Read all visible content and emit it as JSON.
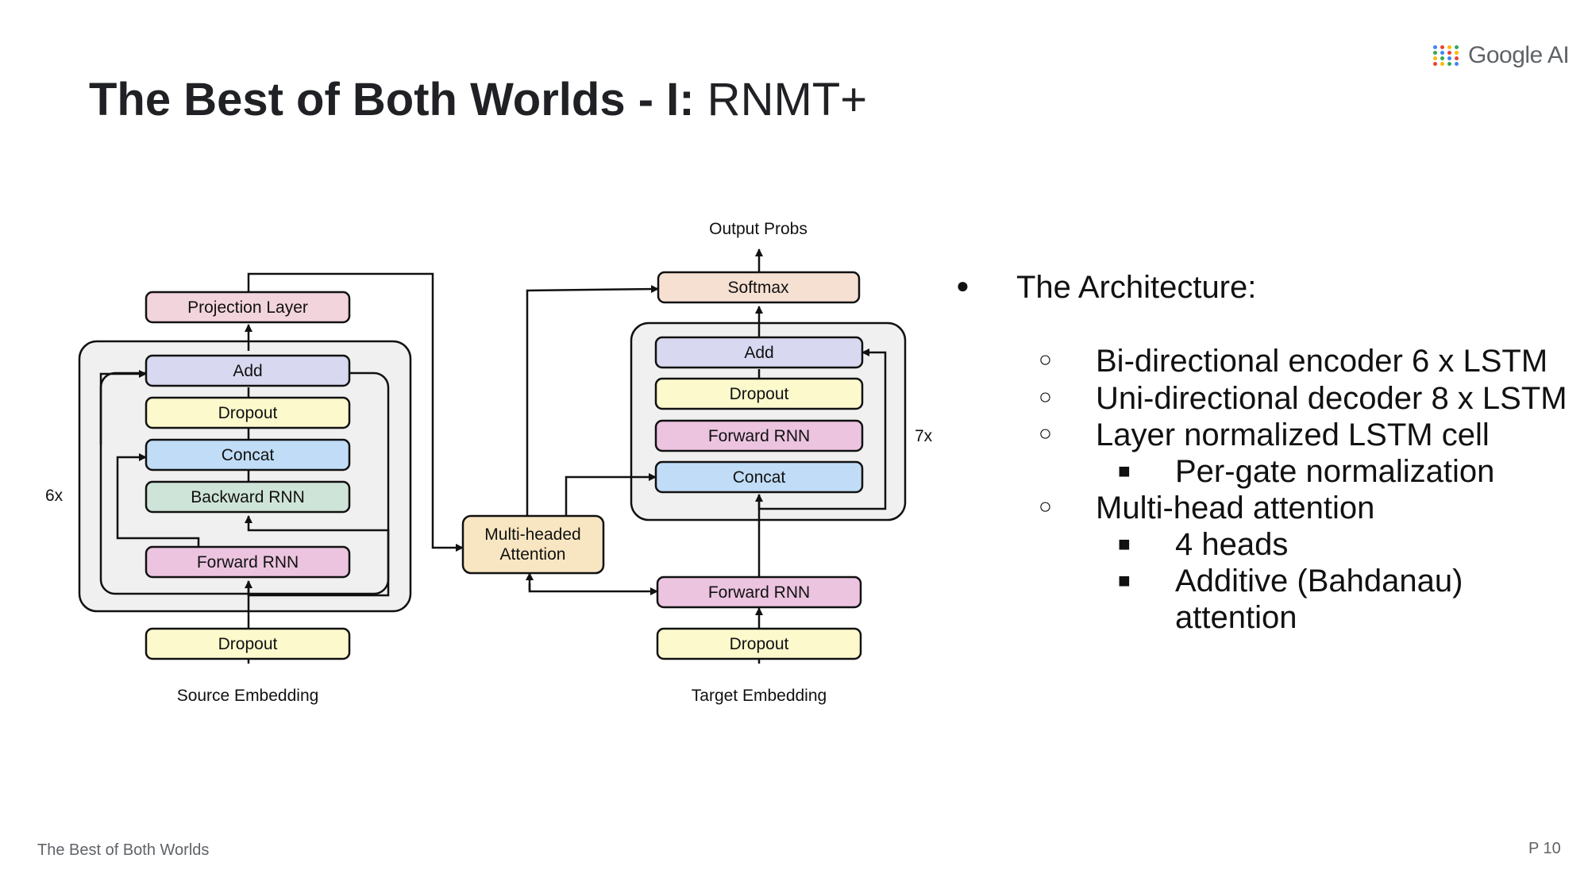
{
  "slide": {
    "title_bold": "The Best of Both Worlds - I:",
    "title_rest": " RNMT+",
    "logo_text": "Google AI",
    "footer_left": "The Best of Both Worlds",
    "page_number": "P 10"
  },
  "diagram": {
    "encoder": {
      "repeat_label": "6x",
      "projection": "Projection Layer",
      "add": "Add",
      "dropout_inner": "Dropout",
      "concat": "Concat",
      "backward_rnn": "Backward RNN",
      "forward_rnn": "Forward RNN",
      "dropout_bottom": "Dropout",
      "input_label": "Source Embedding"
    },
    "attention": {
      "line1": "Multi-headed",
      "line2": "Attention"
    },
    "decoder": {
      "repeat_label": "7x",
      "output_label": "Output Probs",
      "softmax": "Softmax",
      "add": "Add",
      "dropout_inner": "Dropout",
      "forward_rnn_inner": "Forward RNN",
      "concat": "Concat",
      "forward_rnn": "Forward RNN",
      "dropout_bottom": "Dropout",
      "input_label": "Target Embedding"
    },
    "colors": {
      "projection": "#f2d4dc",
      "add": "#d8d8f0",
      "dropout": "#fcfacd",
      "concat": "#c0dcf6",
      "backward_rnn": "#cfe4d8",
      "forward_rnn": "#ecc4e0",
      "attention": "#f8e6c2",
      "softmax": "#f6e0d2",
      "group_fill": "#eff0ef"
    }
  },
  "bullets": {
    "l1": "The Architecture:",
    "l2a": "Bi-directional encoder 6 x LSTM",
    "l2b": "Uni-directional decoder  8 x LSTM",
    "l2c": "Layer normalized LSTM cell",
    "l3a": "Per-gate normalization",
    "l2d": "Multi-head attention",
    "l3b": "4 heads",
    "l3c": "Additive (Bahdanau)",
    "l3c2": "attention",
    "marker_l1": "●",
    "marker_l2": "○",
    "marker_l3": "■"
  }
}
